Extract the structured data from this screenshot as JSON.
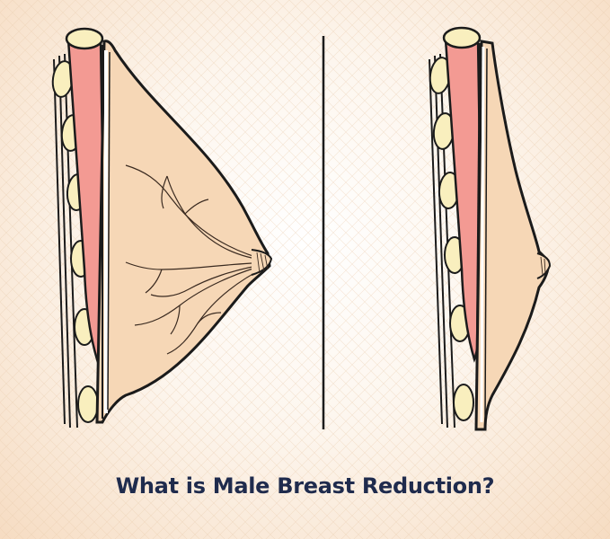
{
  "caption": {
    "text": "What is Male Breast Reduction?"
  },
  "colors": {
    "background_center": "#ffffff",
    "background_edge": "#f6dcc2",
    "breast_tissue": "#f6d7b6",
    "muscle": "#f39a93",
    "fat_lobule": "#f9efbe",
    "outline": "#1b1b1b",
    "caption_text": "#1f2b4d"
  },
  "illustrations": {
    "left": "before-enlarged-breast",
    "right": "after-reduced-breast"
  }
}
